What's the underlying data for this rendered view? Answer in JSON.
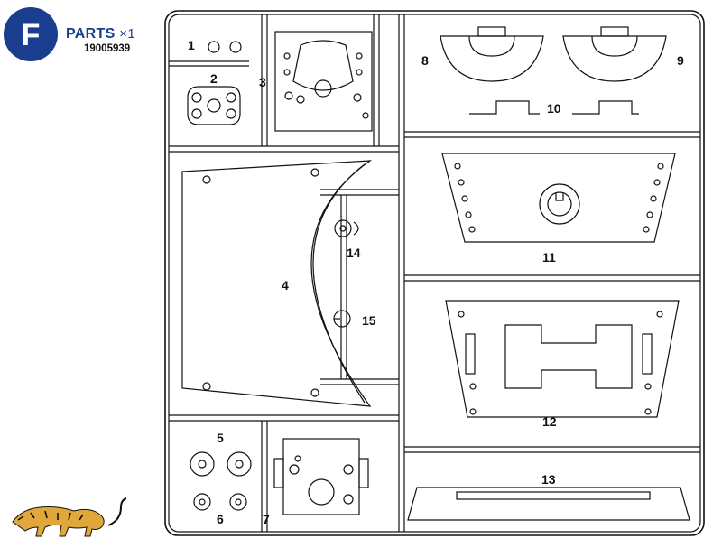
{
  "header": {
    "letter": "F",
    "parts_label": "PARTS",
    "quantity": "×1",
    "part_code": "19005939"
  },
  "part_numbers": [
    "1",
    "2",
    "3",
    "4",
    "5",
    "6",
    "7",
    "8",
    "9",
    "10",
    "11",
    "12",
    "13",
    "14",
    "15"
  ],
  "colors": {
    "badge_blue": "#1a3d8f",
    "line": "#111111",
    "tiger_yellow": "#e0a83a"
  },
  "logo": {
    "name": "tiger-logo"
  }
}
